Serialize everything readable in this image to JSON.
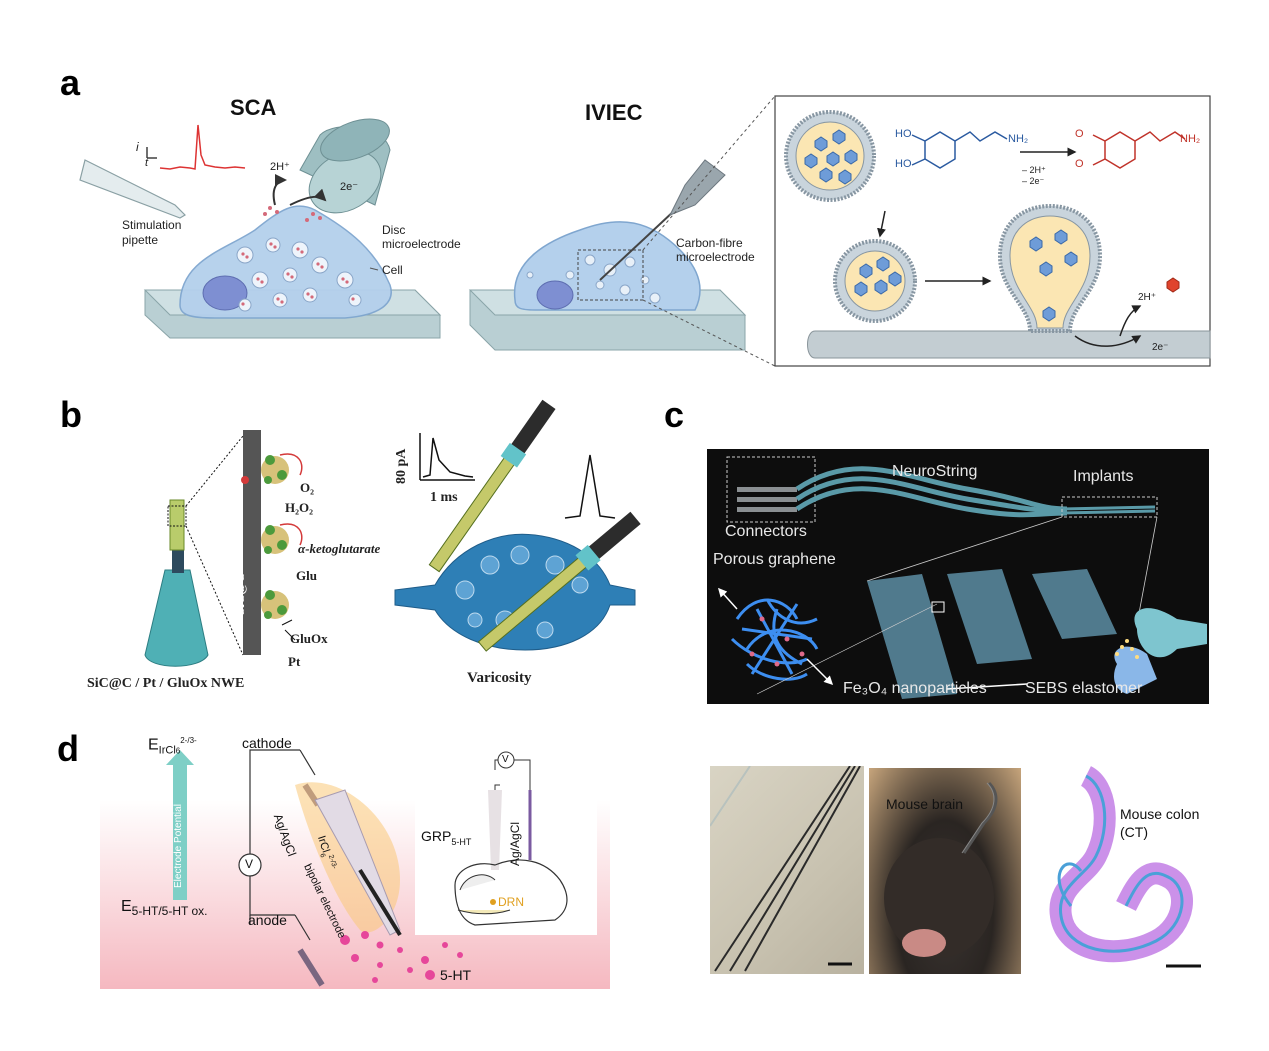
{
  "panels": {
    "a": {
      "letter": "a",
      "sca": {
        "title": "SCA",
        "axis_i": "i",
        "axis_t": "t",
        "stimulation_pipette": [
          "Stimulation",
          "pipette"
        ],
        "h_plus": "2H⁺",
        "e_minus": "2e⁻",
        "disc_microelectrode": [
          "Disc",
          "microelectrode"
        ],
        "cell": "Cell"
      },
      "iviec": {
        "title": "IVIEC",
        "carbon_fibre": [
          "Carbon-fibre",
          "microelectrode"
        ]
      },
      "inset": {
        "ho1": "HO",
        "ho2": "HO",
        "nh2_left": "NH₂",
        "nh2_right": "NH₂",
        "o1": "O",
        "o2": "O",
        "minus_h": "– 2H⁺",
        "minus_e": "– 2e⁻",
        "h_plus": "2H⁺",
        "e_minus": "2e⁻"
      }
    },
    "b": {
      "letter": "b",
      "sic_label": "SiC@C",
      "o2": "O₂",
      "h2o2": "H₂O₂",
      "a_keto": "α-ketoglutarate",
      "glu": "Glu",
      "gluox": "GluOx",
      "pt": "Pt",
      "nwe_label": "SiC@C / Pt / GluOx NWE",
      "scale_y": "80 pA",
      "scale_x": "1 ms",
      "varicosity": "Varicosity"
    },
    "c": {
      "letter": "c",
      "neurostring": "NeuroString",
      "implants": "Implants",
      "connectors": "Connectors",
      "porous_graphene": "Porous graphene",
      "fe3o4": "Fe₃O₄ nanoparticles",
      "sebs": "SEBS elastomer",
      "mouse_brain": "Mouse brain",
      "mouse_colon": [
        "Mouse colon",
        "(CT)"
      ]
    },
    "d": {
      "letter": "d",
      "e_ircl": "E",
      "e_ircl_sub": "IrCl",
      "e_ircl_sub2": "6",
      "e_ircl_sup": "2-/3-",
      "electrode_potential": "Electrode Potential",
      "e_5ht": "E",
      "e_5ht_sub": "5-HT/5-HT ox.",
      "cathode": "cathode",
      "anode": "anode",
      "v": "V",
      "agagcl": "Ag/AgCl",
      "ircl_label": "IrCl",
      "ircl_sub": "6",
      "ircl_sup": "2-/3-",
      "bipolar": "bipolar electrode",
      "five_ht": "5-HT",
      "grp": "GRP",
      "grp_sub": "5-HT",
      "agagcl2": "Ag/AgCl",
      "v2": "V",
      "drn": "DRN"
    }
  },
  "colors": {
    "cell_blue": "#a9c8e6",
    "dark_panel": "#0d0d0d",
    "teal": "#5a9aa8",
    "pink_gradient": "#f5b8c0",
    "arrow_teal": "#7ecfc6"
  }
}
